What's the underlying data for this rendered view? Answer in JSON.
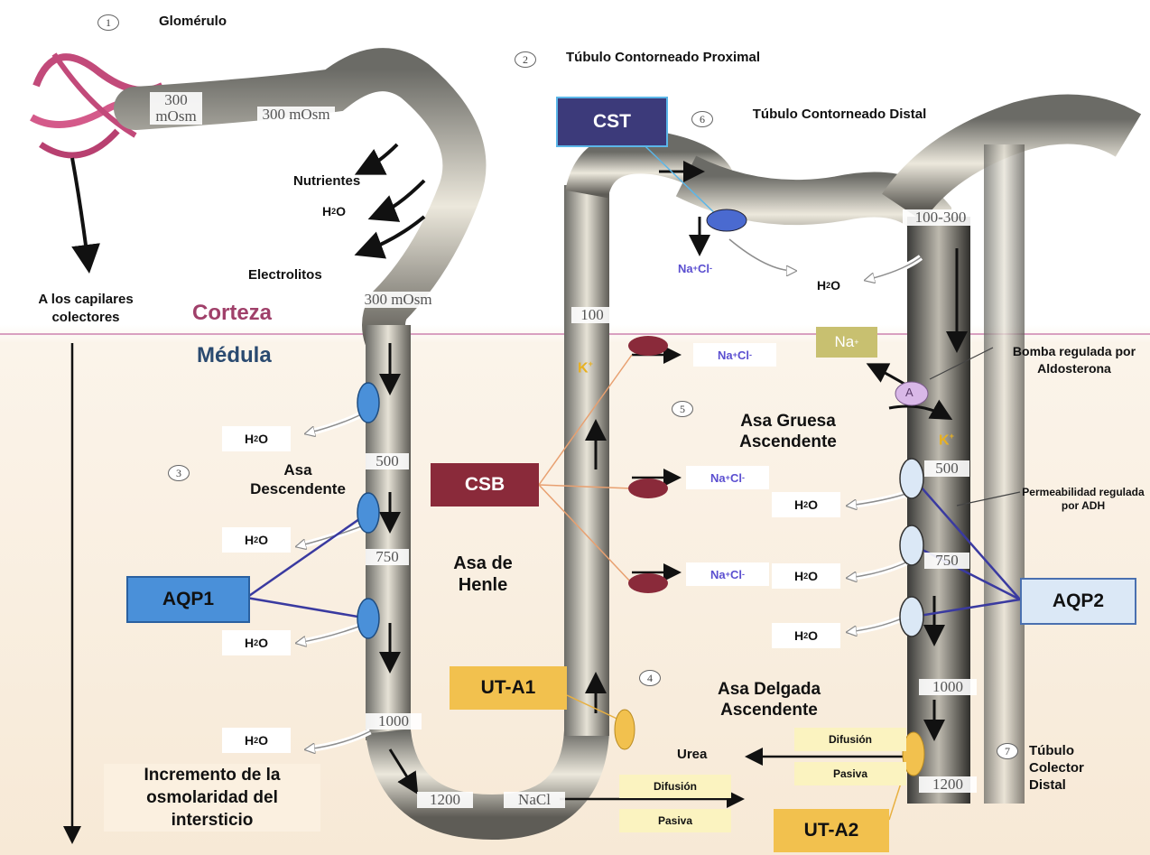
{
  "labels": {
    "glomerulo": "Glomérulo",
    "tcp": "Túbulo Contorneado Proximal",
    "tcd": "Túbulo Contorneado Distal",
    "nutrientes": "Nutrientes",
    "electrolitos": "Electrolitos",
    "capilares": "A los capilares colectores",
    "corteza": "Corteza",
    "medula": "Médula",
    "asa_descendente": "Asa Descendente",
    "asa_henle": "Asa de Henle",
    "asa_gruesa": "Asa Gruesa Ascendente",
    "asa_delgada": "Asa Delgada Ascendente",
    "bomba": "Bomba regulada por Aldosterona",
    "permeabilidad": "Permeabilidad regulada por ADH",
    "tubulo_colector": "Túbulo Colector Distal",
    "incremento": "Incremento de la osmolaridad del intersticio",
    "urea": "Urea",
    "nacl_bottom": "NaCl",
    "difusion": "Difusión",
    "pasiva": "Pasiva"
  },
  "numbers": [
    "1",
    "2",
    "3",
    "4",
    "5",
    "6",
    "7"
  ],
  "transporters": {
    "cst": "CST",
    "csb": "CSB",
    "aqp1": "AQP1",
    "aqp2": "AQP2",
    "uta1": "UT-A1",
    "uta2": "UT-A2"
  },
  "osmolarity": {
    "glom_a": "300 mOsm",
    "glom_b": "300 mOsm",
    "cortex_desc": "300 mOsm",
    "d500": "500",
    "d750": "750",
    "d1000": "1000",
    "d1200": "1200",
    "asc100": "100",
    "dist": "100-300",
    "c500": "500",
    "c750": "750",
    "c1000": "1000",
    "c1200": "1200"
  },
  "ions": {
    "h": "H",
    "o": "O",
    "sub2": "2",
    "na": "Na",
    "cl": "Cl",
    "plus": "+",
    "minus": "-",
    "k": "K",
    "a": "A"
  },
  "colors": {
    "cst": "#3c3a7a",
    "csb": "#8a2a3a",
    "aqp1": "#4a90d9",
    "aqp2": "#dbe8f6",
    "ut": "#f2c14e",
    "cortex_text": "#a0406a",
    "medula_text": "#2a4a70",
    "nacl_text": "#5b4fd0",
    "boundary": "#d9a0c0"
  }
}
